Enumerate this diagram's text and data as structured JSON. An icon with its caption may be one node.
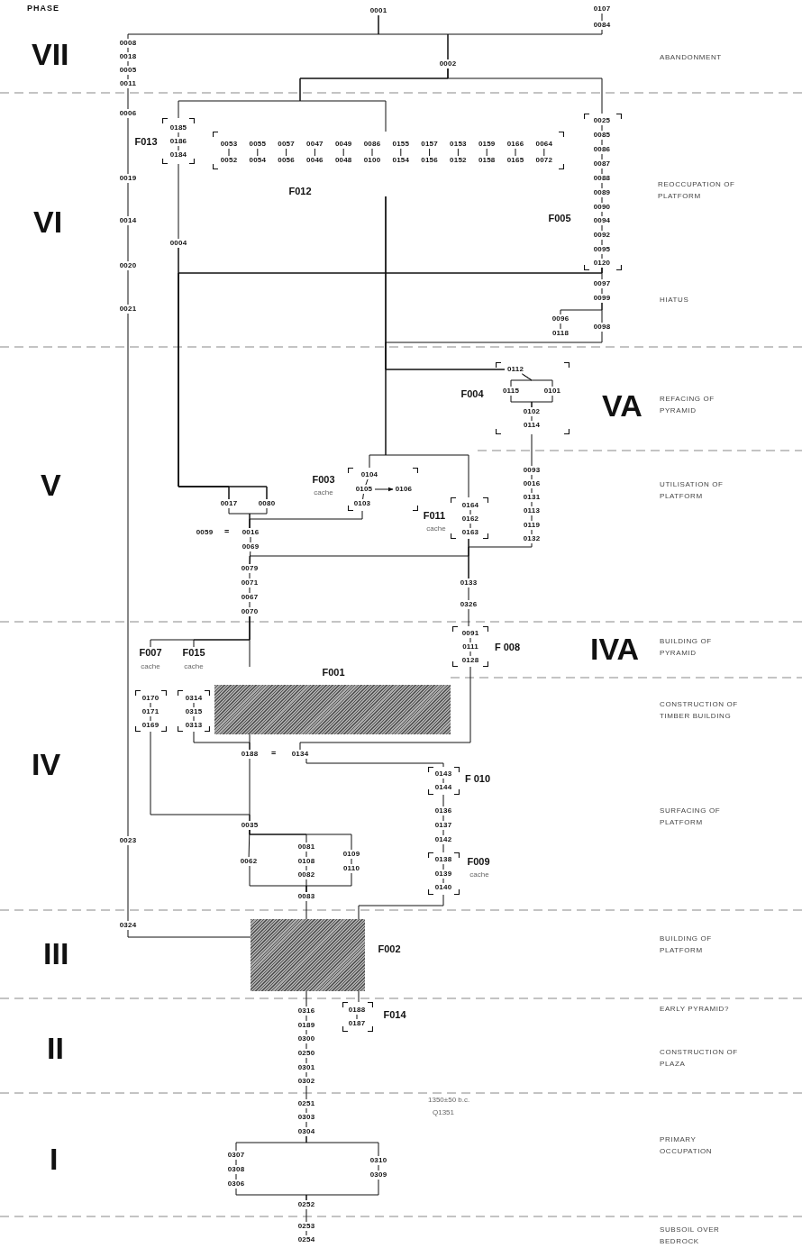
{
  "diagram": {
    "nodes": [
      {
        "text": [
          "0001"
        ]
      },
      {
        "text": [
          "0107"
        ]
      },
      {
        "text": [
          "0084"
        ]
      },
      {
        "text": [
          "0008"
        ]
      },
      {
        "text": [
          "0018"
        ]
      },
      {
        "text": [
          "0005"
        ]
      },
      {
        "text": [
          "0011"
        ]
      },
      {
        "text": [
          "0002"
        ]
      },
      {
        "text": [
          "0006"
        ]
      },
      {
        "text": [
          "F013"
        ]
      },
      {
        "text": [
          "0185"
        ],
        "in": 9
      },
      {
        "text": [
          "0186"
        ],
        "in": 9
      },
      {
        "text": [
          "0184"
        ],
        "in": 9
      },
      {
        "text": [
          "F012"
        ]
      },
      {
        "text": [
          "0053"
        ],
        "in": 13
      },
      {
        "text": [
          "0055"
        ],
        "in": 13
      },
      {
        "text": [
          "0057"
        ],
        "in": 13
      },
      {
        "text": [
          "0047"
        ],
        "in": 13
      },
      {
        "text": [
          "0049"
        ],
        "in": 13
      },
      {
        "text": [
          "0086"
        ],
        "in": 13
      },
      {
        "text": [
          "0155"
        ],
        "in": 13
      },
      {
        "text": [
          "0157"
        ],
        "in": 13
      },
      {
        "text": [
          "0153"
        ],
        "in": 13
      },
      {
        "text": [
          "0159"
        ],
        "in": 13
      },
      {
        "text": [
          "0166"
        ],
        "in": 13
      },
      {
        "text": [
          "0064"
        ],
        "in": 13
      },
      {
        "text": [
          "0052"
        ],
        "in": 13
      },
      {
        "text": [
          "0054"
        ],
        "in": 13
      },
      {
        "text": [
          "0056"
        ],
        "in": 13
      },
      {
        "text": [
          "0046"
        ],
        "in": 13
      },
      {
        "text": [
          "0048"
        ],
        "in": 13
      },
      {
        "text": [
          "0100"
        ],
        "in": 13
      },
      {
        "text": [
          "0154"
        ],
        "in": 13
      },
      {
        "text": [
          "0156"
        ],
        "in": 13
      },
      {
        "text": [
          "0152"
        ],
        "in": 13
      },
      {
        "text": [
          "0158"
        ],
        "in": 13
      },
      {
        "text": [
          "0165"
        ],
        "in": 13
      },
      {
        "text": [
          "0072"
        ],
        "in": 13
      },
      {
        "text": [
          "F005"
        ]
      },
      {
        "text": [
          "0025"
        ],
        "in": 38
      },
      {
        "text": [
          "0085"
        ],
        "in": 38
      },
      {
        "text": [
          "0086"
        ],
        "in": 38
      },
      {
        "text": [
          "0087"
        ],
        "in": 38
      },
      {
        "text": [
          "0088"
        ],
        "in": 38
      },
      {
        "text": [
          "0089"
        ],
        "in": 38
      },
      {
        "text": [
          "0090"
        ],
        "in": 38
      },
      {
        "text": [
          "0094"
        ],
        "in": 38
      },
      {
        "text": [
          "0092"
        ],
        "in": 38
      },
      {
        "text": [
          "0095"
        ],
        "in": 38
      },
      {
        "text": [
          "0120"
        ],
        "in": 38
      },
      {
        "text": [
          "0019"
        ]
      },
      {
        "text": [
          "0014"
        ]
      },
      {
        "text": [
          "0004"
        ]
      },
      {
        "text": [
          "0020"
        ]
      },
      {
        "text": [
          "0097"
        ]
      },
      {
        "text": [
          "0099"
        ]
      },
      {
        "text": [
          "0021"
        ]
      },
      {
        "text": [
          "0096"
        ]
      },
      {
        "text": [
          "0098"
        ]
      },
      {
        "text": [
          "0118"
        ]
      },
      {
        "text": [
          "F004"
        ]
      },
      {
        "text": [
          "0112"
        ],
        "in": 60
      },
      {
        "text": [
          "0115"
        ],
        "in": 60
      },
      {
        "text": [
          "0101"
        ],
        "in": 60
      },
      {
        "text": [
          "0102"
        ],
        "in": 60
      },
      {
        "text": [
          "0114"
        ],
        "in": 60
      },
      {
        "text": [
          "0093"
        ]
      },
      {
        "text": [
          "F003",
          "cache"
        ]
      },
      {
        "text": [
          "0104"
        ],
        "in": 67
      },
      {
        "text": [
          "0105"
        ],
        "in": 67
      },
      {
        "text": [
          "0106"
        ],
        "in": 67
      },
      {
        "text": [
          "0103"
        ],
        "in": 67
      },
      {
        "text": [
          "0016"
        ]
      },
      {
        "text": [
          "0131"
        ]
      },
      {
        "text": [
          "0017"
        ]
      },
      {
        "text": [
          "0080"
        ]
      },
      {
        "text": [
          "F011",
          "cache"
        ]
      },
      {
        "text": [
          "0164"
        ],
        "in": 76
      },
      {
        "text": [
          "0162"
        ],
        "in": 76
      },
      {
        "text": [
          "0163"
        ],
        "in": 76
      },
      {
        "text": [
          "0113"
        ]
      },
      {
        "text": [
          "0119"
        ]
      },
      {
        "text": [
          "0059"
        ]
      },
      {
        "text": [
          "0016"
        ]
      },
      {
        "text": [
          "0132"
        ]
      },
      {
        "text": [
          "0069"
        ]
      },
      {
        "text": [
          "0079"
        ]
      },
      {
        "text": [
          "0071"
        ]
      },
      {
        "text": [
          "0133"
        ]
      },
      {
        "text": [
          "0067"
        ]
      },
      {
        "text": [
          "0326"
        ]
      },
      {
        "text": [
          "0070"
        ]
      },
      {
        "text": [
          "F 008"
        ]
      },
      {
        "text": [
          "0091"
        ],
        "in": 92
      },
      {
        "text": [
          "0111"
        ],
        "in": 92
      },
      {
        "text": [
          "0128"
        ],
        "in": 92
      },
      {
        "text": [
          "F007",
          "cache"
        ]
      },
      {
        "text": [
          "0170"
        ],
        "in": 96
      },
      {
        "text": [
          "0171"
        ],
        "in": 96
      },
      {
        "text": [
          "0169"
        ],
        "in": 96
      },
      {
        "text": [
          "F015",
          "cache"
        ]
      },
      {
        "text": [
          "0314"
        ],
        "in": 100
      },
      {
        "text": [
          "0315"
        ],
        "in": 100
      },
      {
        "text": [
          "0313"
        ],
        "in": 100
      },
      {
        "text": [
          "F001"
        ]
      },
      {
        "text": [
          "0188"
        ]
      },
      {
        "text": [
          "0134"
        ]
      },
      {
        "text": [
          "F 010"
        ]
      },
      {
        "text": [
          "0143"
        ],
        "in": 107
      },
      {
        "text": [
          "0144"
        ],
        "in": 107
      },
      {
        "text": [
          "0136"
        ]
      },
      {
        "text": [
          "0035"
        ]
      },
      {
        "text": [
          "0137"
        ]
      },
      {
        "text": [
          "0023"
        ]
      },
      {
        "text": [
          "0142"
        ]
      },
      {
        "text": [
          "0081"
        ]
      },
      {
        "text": [
          "0109"
        ]
      },
      {
        "text": [
          "0062"
        ]
      },
      {
        "text": [
          "0108"
        ]
      },
      {
        "text": [
          "F009",
          "cache"
        ]
      },
      {
        "text": [
          "0138"
        ],
        "in": 119
      },
      {
        "text": [
          "0139"
        ],
        "in": 119
      },
      {
        "text": [
          "0140"
        ],
        "in": 119
      },
      {
        "text": [
          "0110"
        ]
      },
      {
        "text": [
          "0082"
        ]
      },
      {
        "text": [
          "0083"
        ]
      },
      {
        "text": [
          "0324"
        ]
      },
      {
        "text": [
          "F002"
        ]
      },
      {
        "text": [
          "0316"
        ]
      },
      {
        "text": [
          "F014"
        ]
      },
      {
        "text": [
          "0188"
        ],
        "in": 129
      },
      {
        "text": [
          "0187"
        ],
        "in": 129
      },
      {
        "text": [
          "0189"
        ]
      },
      {
        "text": [
          "0300"
        ]
      },
      {
        "text": [
          "0250"
        ]
      },
      {
        "text": [
          "0301"
        ]
      },
      {
        "text": [
          "0302"
        ]
      },
      {
        "text": [
          "0251"
        ]
      },
      {
        "text": [
          "0303"
        ]
      },
      {
        "text": [
          "0304"
        ]
      },
      {
        "text": [
          "0307"
        ]
      },
      {
        "text": [
          "0310"
        ]
      },
      {
        "text": [
          "0308"
        ]
      },
      {
        "text": [
          "0309"
        ]
      },
      {
        "text": [
          "0306"
        ]
      },
      {
        "text": [
          "0252"
        ]
      },
      {
        "text": [
          "0253"
        ]
      },
      {
        "text": [
          "0254"
        ]
      }
    ],
    "edges": [
      {
        "from": 0,
        "to": 3,
        "arrow": "none"
      },
      {
        "from": 0,
        "to": 7,
        "arrow": "none"
      },
      {
        "from": 2,
        "to": 7,
        "arrow": "none"
      },
      {
        "from": 1,
        "to": 2,
        "arrow": "none"
      },
      {
        "from": 3,
        "to": 4,
        "arrow": "none"
      },
      {
        "from": 4,
        "to": 5,
        "arrow": "none"
      },
      {
        "from": 5,
        "to": 6,
        "arrow": "none"
      },
      {
        "from": 6,
        "to": 8,
        "arrow": "none"
      },
      {
        "from": 8,
        "to": 50,
        "arrow": "none"
      },
      {
        "from": 50,
        "to": 51,
        "arrow": "none"
      },
      {
        "from": 51,
        "to": 53,
        "arrow": "none"
      },
      {
        "from": 53,
        "to": 56,
        "arrow": "none"
      },
      {
        "from": 56,
        "to": 113,
        "arrow": "none"
      },
      {
        "from": 113,
        "to": 126,
        "arrow": "none"
      },
      {
        "from": 126,
        "to": 127,
        "arrow": "none"
      },
      {
        "from": 7,
        "to": 38,
        "arrow": "none"
      },
      {
        "from": 7,
        "to": 9,
        "arrow": "none"
      },
      {
        "from": 7,
        "to": 13,
        "arrow": "none"
      },
      {
        "from": 10,
        "to": 11,
        "arrow": "none"
      },
      {
        "from": 11,
        "to": 12,
        "arrow": "none"
      },
      {
        "from": 9,
        "to": 52,
        "arrow": "none"
      },
      {
        "from": 14,
        "to": 26,
        "arrow": "none"
      },
      {
        "from": 15,
        "to": 27,
        "arrow": "none"
      },
      {
        "from": 16,
        "to": 28,
        "arrow": "none"
      },
      {
        "from": 17,
        "to": 29,
        "arrow": "none"
      },
      {
        "from": 18,
        "to": 30,
        "arrow": "none"
      },
      {
        "from": 19,
        "to": 31,
        "arrow": "none"
      },
      {
        "from": 20,
        "to": 32,
        "arrow": "none"
      },
      {
        "from": 21,
        "to": 33,
        "arrow": "none"
      },
      {
        "from": 22,
        "to": 34,
        "arrow": "none"
      },
      {
        "from": 23,
        "to": 35,
        "arrow": "none"
      },
      {
        "from": 24,
        "to": 36,
        "arrow": "none"
      },
      {
        "from": 25,
        "to": 37,
        "arrow": "none"
      },
      {
        "from": 39,
        "to": 40,
        "arrow": "none"
      },
      {
        "from": 40,
        "to": 41,
        "arrow": "none"
      },
      {
        "from": 41,
        "to": 42,
        "arrow": "none"
      },
      {
        "from": 42,
        "to": 43,
        "arrow": "none"
      },
      {
        "from": 43,
        "to": 44,
        "arrow": "none"
      },
      {
        "from": 44,
        "to": 45,
        "arrow": "none"
      },
      {
        "from": 45,
        "to": 46,
        "arrow": "none"
      },
      {
        "from": 46,
        "to": 47,
        "arrow": "none"
      },
      {
        "from": 47,
        "to": 48,
        "arrow": "none"
      },
      {
        "from": 48,
        "to": 49,
        "arrow": "none"
      },
      {
        "from": 49,
        "to": 54,
        "arrow": "none"
      },
      {
        "from": 54,
        "to": 55,
        "arrow": "none"
      },
      {
        "from": 55,
        "to": 58,
        "arrow": "none"
      },
      {
        "from": 55,
        "to": 57,
        "arrow": "none"
      },
      {
        "from": 57,
        "to": 59,
        "arrow": "none"
      },
      {
        "from": 49,
        "to": 74,
        "arrow": "none"
      },
      {
        "from": 49,
        "to": 75,
        "arrow": "none"
      },
      {
        "from": 52,
        "to": 74,
        "arrow": "none"
      },
      {
        "from": 52,
        "to": 75,
        "arrow": "none"
      },
      {
        "from": 13,
        "to": 61,
        "arrow": "none"
      },
      {
        "from": 58,
        "to": 61,
        "arrow": "none"
      },
      {
        "from": 13,
        "to": 67,
        "arrow": "none"
      },
      {
        "from": 13,
        "to": 76,
        "arrow": "none"
      },
      {
        "from": 61,
        "to": 62,
        "arrow": "none"
      },
      {
        "from": 61,
        "to": 63,
        "arrow": "none"
      },
      {
        "from": 62,
        "to": 64,
        "arrow": "none"
      },
      {
        "from": 63,
        "to": 64,
        "arrow": "none"
      },
      {
        "from": 64,
        "to": 65,
        "arrow": "none"
      },
      {
        "from": 60,
        "to": 66,
        "arrow": "none"
      },
      {
        "from": 66,
        "to": 72,
        "arrow": "none"
      },
      {
        "from": 72,
        "to": 73,
        "arrow": "none"
      },
      {
        "from": 73,
        "to": 80,
        "arrow": "none"
      },
      {
        "from": 80,
        "to": 81,
        "arrow": "none"
      },
      {
        "from": 81,
        "to": 84,
        "arrow": "none"
      },
      {
        "from": 68,
        "to": 69,
        "arrow": "none"
      },
      {
        "from": 69,
        "to": 70,
        "arrow": "to"
      },
      {
        "from": 69,
        "to": 71,
        "arrow": "none"
      },
      {
        "from": 67,
        "to": 83,
        "arrow": "none"
      },
      {
        "from": 74,
        "to": 83,
        "arrow": "none"
      },
      {
        "from": 75,
        "to": 83,
        "arrow": "none"
      },
      {
        "from": 77,
        "to": 78,
        "arrow": "none"
      },
      {
        "from": 78,
        "to": 79,
        "arrow": "none"
      },
      {
        "from": 83,
        "to": 85,
        "arrow": "none"
      },
      {
        "from": 85,
        "to": 86,
        "arrow": "none"
      },
      {
        "from": 86,
        "to": 87,
        "arrow": "none"
      },
      {
        "from": 87,
        "to": 89,
        "arrow": "none"
      },
      {
        "from": 89,
        "to": 91,
        "arrow": "none"
      },
      {
        "from": 76,
        "to": 86,
        "arrow": "none"
      },
      {
        "from": 76,
        "to": 88,
        "arrow": "none"
      },
      {
        "from": 84,
        "to": 88,
        "arrow": "none"
      },
      {
        "from": 88,
        "to": 90,
        "arrow": "none"
      },
      {
        "from": 90,
        "to": 92,
        "arrow": "none"
      },
      {
        "from": 93,
        "to": 94,
        "arrow": "none"
      },
      {
        "from": 94,
        "to": 95,
        "arrow": "none"
      },
      {
        "from": 91,
        "to": 96,
        "arrow": "none"
      },
      {
        "from": 91,
        "to": 100,
        "arrow": "none"
      },
      {
        "from": 91,
        "to": 104,
        "arrow": "none"
      },
      {
        "from": 97,
        "to": 98,
        "arrow": "none"
      },
      {
        "from": 98,
        "to": 99,
        "arrow": "none"
      },
      {
        "from": 101,
        "to": 102,
        "arrow": "none"
      },
      {
        "from": 102,
        "to": 103,
        "arrow": "none"
      },
      {
        "from": 104,
        "to": 105,
        "arrow": "none"
      },
      {
        "from": 100,
        "to": 105,
        "arrow": "none"
      },
      {
        "from": 92,
        "to": 106,
        "arrow": "none"
      },
      {
        "from": 96,
        "to": 111,
        "arrow": "none"
      },
      {
        "from": 105,
        "to": 111,
        "arrow": "none"
      },
      {
        "from": 106,
        "to": 107,
        "arrow": "none"
      },
      {
        "from": 108,
        "to": 109,
        "arrow": "none"
      },
      {
        "from": 107,
        "to": 110,
        "arrow": "none"
      },
      {
        "from": 110,
        "to": 112,
        "arrow": "none"
      },
      {
        "from": 112,
        "to": 114,
        "arrow": "none"
      },
      {
        "from": 114,
        "to": 119,
        "arrow": "none"
      },
      {
        "from": 120,
        "to": 121,
        "arrow": "none"
      },
      {
        "from": 121,
        "to": 122,
        "arrow": "none"
      },
      {
        "from": 111,
        "to": 117,
        "arrow": "none"
      },
      {
        "from": 111,
        "to": 115,
        "arrow": "none"
      },
      {
        "from": 111,
        "to": 116,
        "arrow": "none"
      },
      {
        "from": 115,
        "to": 118,
        "arrow": "none"
      },
      {
        "from": 118,
        "to": 124,
        "arrow": "none"
      },
      {
        "from": 116,
        "to": 123,
        "arrow": "none"
      },
      {
        "from": 117,
        "to": 125,
        "arrow": "none"
      },
      {
        "from": 124,
        "to": 125,
        "arrow": "none"
      },
      {
        "from": 123,
        "to": 125,
        "arrow": "none"
      },
      {
        "from": 125,
        "to": 127,
        "arrow": "none"
      },
      {
        "from": 119,
        "to": 127,
        "arrow": "none"
      },
      {
        "from": 127,
        "to": 128,
        "arrow": "none"
      },
      {
        "from": 127,
        "to": 129,
        "arrow": "none"
      },
      {
        "from": 130,
        "to": 131,
        "arrow": "none"
      },
      {
        "from": 128,
        "to": 132,
        "arrow": "none"
      },
      {
        "from": 132,
        "to": 133,
        "arrow": "none"
      },
      {
        "from": 133,
        "to": 134,
        "arrow": "none"
      },
      {
        "from": 134,
        "to": 135,
        "arrow": "none"
      },
      {
        "from": 135,
        "to": 136,
        "arrow": "none"
      },
      {
        "from": 136,
        "to": 137,
        "arrow": "none"
      },
      {
        "from": 137,
        "to": 138,
        "arrow": "none"
      },
      {
        "from": 138,
        "to": 139,
        "arrow": "none"
      },
      {
        "from": 139,
        "to": 140,
        "arrow": "none"
      },
      {
        "from": 139,
        "to": 141,
        "arrow": "none"
      },
      {
        "from": 140,
        "to": 142,
        "arrow": "none"
      },
      {
        "from": 142,
        "to": 144,
        "arrow": "none"
      },
      {
        "from": 141,
        "to": 143,
        "arrow": "none"
      },
      {
        "from": 144,
        "to": 145,
        "arrow": "none"
      },
      {
        "from": 143,
        "to": 145,
        "arrow": "none"
      },
      {
        "from": 145,
        "to": 146,
        "arrow": "none"
      },
      {
        "from": 146,
        "to": 147,
        "arrow": "none"
      }
    ],
    "labels": [
      "PHASE",
      "VII",
      "ABANDONMENT",
      "VI",
      "REOCCUPATION OF PLATFORM",
      "HIATUS",
      "VA",
      "REFACING OF PYRAMID",
      "V",
      "UTILISATION OF PLATFORM",
      "=",
      "IVA",
      "BUILDING OF PYRAMID",
      "CONSTRUCTION OF TIMBER BUILDING",
      "IV",
      "=",
      "SURFACING OF PLATFORM",
      "III",
      "BUILDING OF PLATFORM",
      "EARLY PYRAMID?",
      "II",
      "CONSTRUCTION OF PLAZA",
      "1350±50 b.c.",
      "Q1351",
      "I",
      "PRIMARY OCCUPATION",
      "SUBSOIL OVER BEDROCK"
    ]
  }
}
